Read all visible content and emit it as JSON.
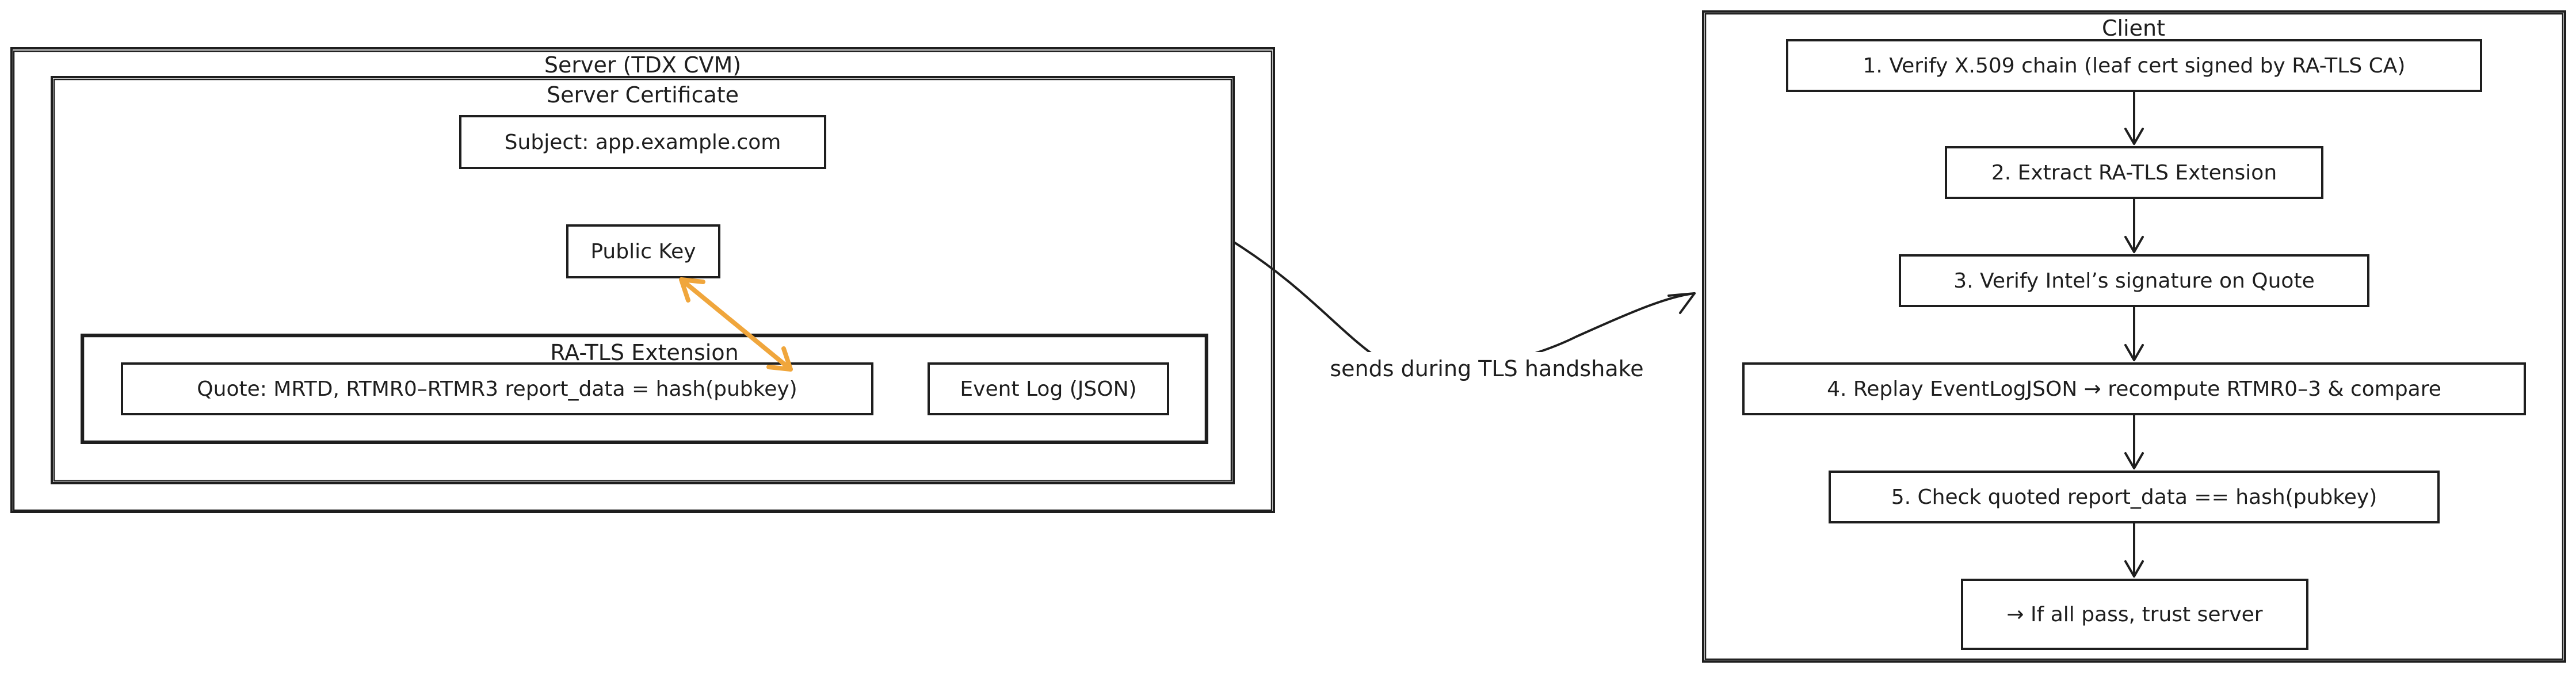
{
  "server": {
    "title": "Server (TDX CVM)",
    "certificate": {
      "title": "Server Certificate",
      "subject": "Subject: app.example.com",
      "public_key": "Public Key",
      "extension": {
        "title": "RA-TLS Extension",
        "quote": "Quote: MRTD, RTMR0–RTMR3 report_data = hash(pubkey)",
        "event_log": "Event Log (JSON)"
      }
    }
  },
  "connector": {
    "label": "sends during TLS handshake"
  },
  "client": {
    "title": "Client",
    "steps": [
      "1. Verify X.509 chain (leaf cert signed by RA-TLS CA)",
      "2. Extract RA-TLS Extension",
      "3. Verify Intel’s signature on Quote",
      "4. Replay EventLogJSON → recompute RTMR0–3 & compare",
      "5. Check quoted report_data == hash(pubkey)",
      "→ If all pass, trust server"
    ]
  }
}
